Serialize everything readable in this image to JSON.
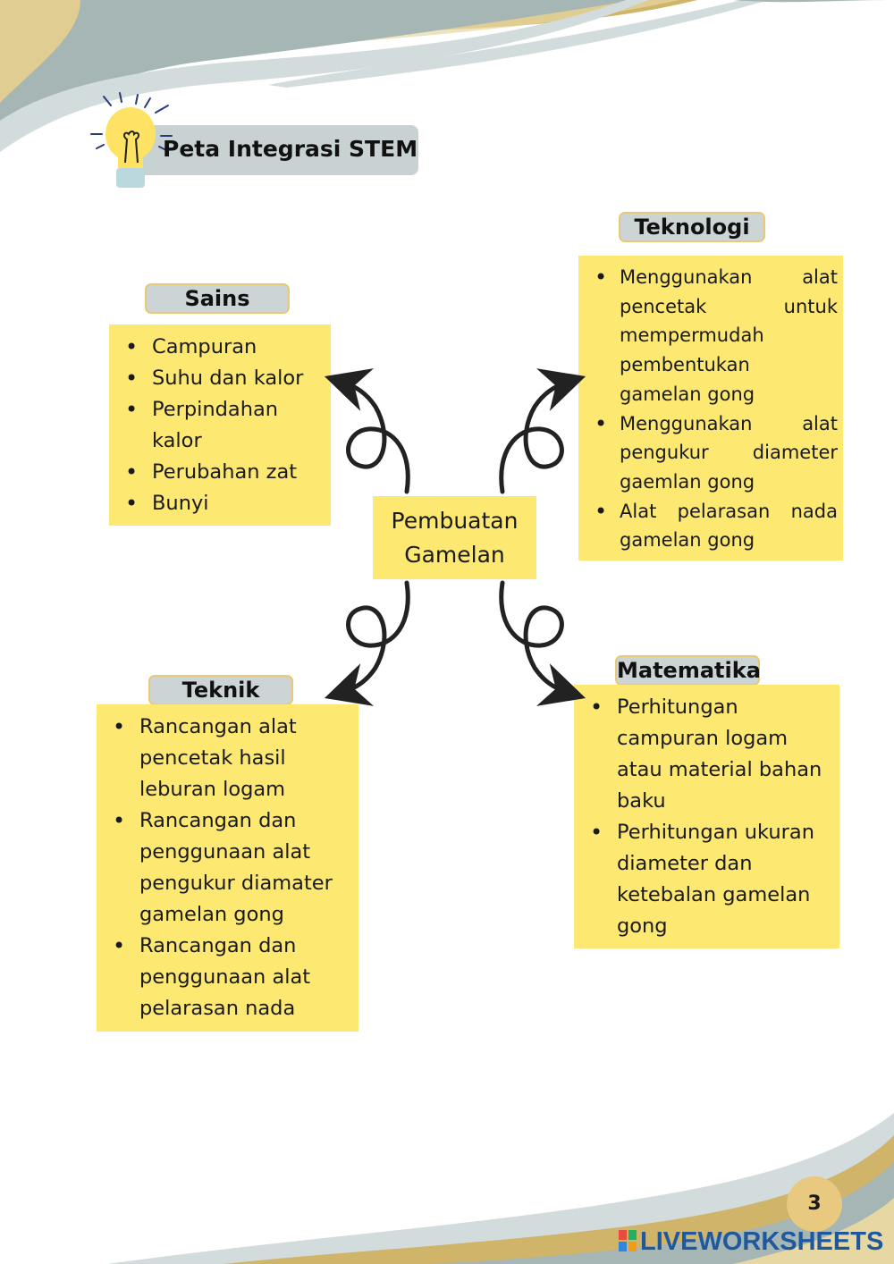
{
  "title": "Peta Integrasi STEM",
  "center": {
    "line1": "Pembuatan",
    "line2": "Gamelan"
  },
  "sains": {
    "label": "Sains",
    "items": [
      "Campuran",
      "Suhu dan kalor",
      "Perpindahan kalor",
      "Perubahan zat",
      "Bunyi"
    ]
  },
  "teknologi": {
    "label": "Teknologi",
    "items": [
      "Menggunakan alat pencetak untuk mempermudah pembentukan gamelan gong",
      "Menggunakan alat pengukur diameter gaemlan gong",
      "Alat pelarasan nada gamelan gong"
    ]
  },
  "teknik": {
    "label": "Teknik",
    "items": [
      "Rancangan alat pencetak hasil leburan logam",
      "Rancangan dan penggunaan alat pengukur diamater gamelan gong",
      "Rancangan dan penggunaan alat pelarasan nada"
    ]
  },
  "matematika": {
    "label": "Matematika",
    "items": [
      "Perhitungan campuran logam atau material bahan baku",
      "Perhitungan ukuran diameter dan ketebalan gamelan gong"
    ]
  },
  "page_number": "3",
  "footer_brand": "LIVEWORKSHEETS",
  "colors": {
    "box_fill": "#fde872",
    "label_fill": "#cdd4d6",
    "wave_gold": "#cfb46a",
    "wave_slate": "#a6b6b4",
    "wave_pale": "#d3dcdc",
    "brand_blue": "#20589e"
  },
  "icons": [
    "lightbulb-icon",
    "curly-arrow-icon",
    "liveworksheets-logo-icon"
  ]
}
